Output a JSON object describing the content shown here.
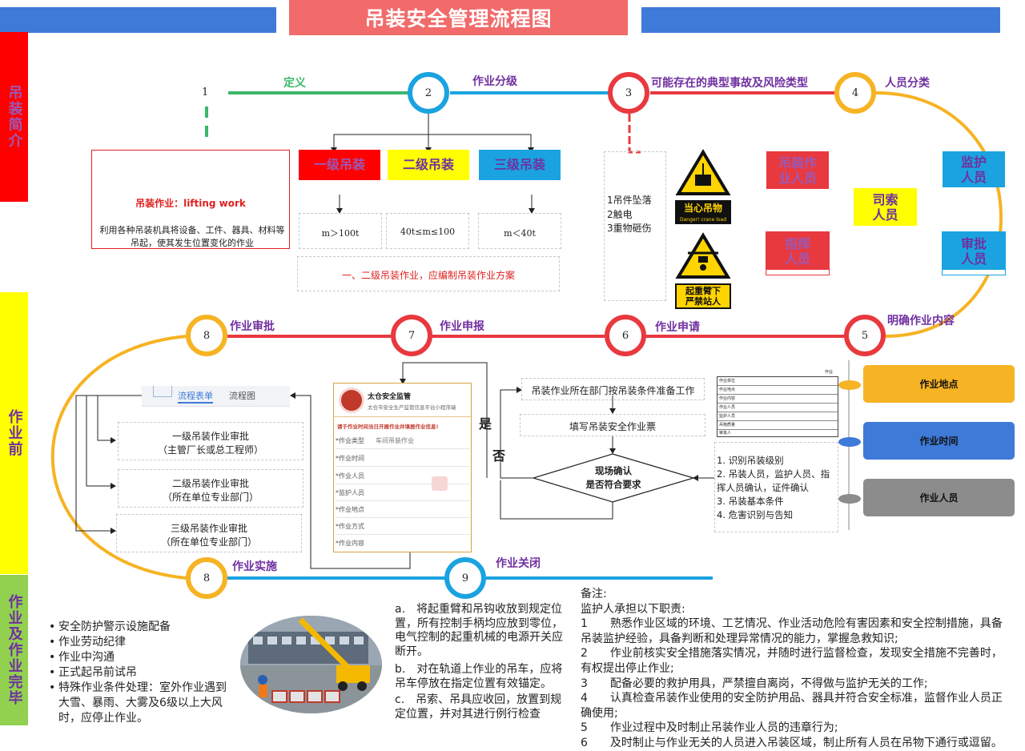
{
  "header": {
    "title": "吊装安全管理流程图"
  },
  "side_labels": {
    "intro": "吊装简介",
    "before": "作业前",
    "during": "作业及作业完毕"
  },
  "colors": {
    "red": "#e8393f",
    "blue": "#1aa3e0",
    "green": "#3bb86a",
    "purple": "#7030a0",
    "orange": "#f6b323",
    "yellow": "#ffff00",
    "brand_blue": "#3e7ad8"
  },
  "nodes": {
    "n1": {
      "num": "1",
      "label": "定义"
    },
    "n2": {
      "num": "2",
      "label": "作业分级"
    },
    "n3": {
      "num": "3",
      "label": "可能存在的典型事故及风险类型"
    },
    "n4": {
      "num": "4",
      "label": "人员分类"
    },
    "n5": {
      "num": "5",
      "label": "明确作业内容"
    },
    "n6": {
      "num": "6",
      "label": "作业申请"
    },
    "n7": {
      "num": "7",
      "label": "作业申报"
    },
    "n8a": {
      "num": "8",
      "label": "作业审批"
    },
    "n8b": {
      "num": "8",
      "label": "作业实施"
    },
    "n9": {
      "num": "9",
      "label": "作业关闭"
    }
  },
  "definition": {
    "title": "吊装作业：lifting work",
    "text": "利用各种吊装机具将设备、工件、器具、材料等吊起，使其发生位置变化的作业"
  },
  "levels": [
    {
      "name": "一级吊装",
      "rule": "m＞100t"
    },
    {
      "name": "二级吊装",
      "rule": "40t≤m≤100"
    },
    {
      "name": "三级吊装",
      "rule": "m＜40t"
    }
  ],
  "level_note": "一、二级吊装作业，应编制吊装作业方案",
  "risks": [
    "1吊件坠落",
    "2触电",
    "3重物砸伤"
  ],
  "signs": [
    {
      "icon": "warning-hanging-load-icon",
      "text": "当心吊物",
      "sub": "Danger! crane load"
    },
    {
      "icon": "warning-no-standing-icon",
      "text": "起重臂下严禁站人"
    }
  ],
  "roles": [
    {
      "name": "吊装作业人员",
      "color": "#e8393f",
      "text_color": "#9b59b6"
    },
    {
      "name": "指挥人员",
      "color": "#e8393f",
      "text_color": "#9b59b6"
    },
    {
      "name": "司索人员",
      "color": "#ffff00",
      "text_color": "#7030a0"
    },
    {
      "name": "监护人员",
      "color": "#1aa3e0",
      "text_color": "#7030a0"
    },
    {
      "name": "审批人员",
      "color": "#1aa3e0",
      "text_color": "#7030a0"
    }
  ],
  "content_tags": [
    {
      "label": "作业地点",
      "color": "#f6b323"
    },
    {
      "label": "作业时间",
      "color": "#3e7ad8"
    },
    {
      "label": "作业人员",
      "color": "#8c8c8c"
    }
  ],
  "ticket_header": "作业",
  "ticket_rows": [
    "作业单位",
    "作业地点",
    "作业内容",
    "作业人员",
    "监护人员",
    "吊物质量",
    "审批人"
  ],
  "checks": [
    "1. 识别吊装级别",
    "2. 吊装人员，监护人员、指挥人员确认，证件确认",
    "3. 吊装基本条件",
    "4. 危害识别与告知"
  ],
  "flow": {
    "step1": "吊装作业所在部门按吊装条件准备工作",
    "step2": "填写吊装安全作业票",
    "decision": "现场确认\n是否符合要求",
    "yes": "是",
    "no": "否"
  },
  "app": {
    "name": "太仓安全监管",
    "subtitle": "太仓市安全生产监管信息平台小程序端",
    "notice": "请于作业时间当日开展作业并填报作业信息!",
    "fields": [
      {
        "label": "*作业类型",
        "value": "车间吊装作业"
      },
      {
        "label": "*作业时间",
        "value": ""
      },
      {
        "label": "*作业人员",
        "value": ""
      },
      {
        "label": "*监护人员",
        "value": ""
      },
      {
        "label": "*作业地点",
        "value": ""
      },
      {
        "label": "*作业方式",
        "value": ""
      },
      {
        "label": "*作业内容",
        "value": ""
      }
    ]
  },
  "approval": {
    "tabs": [
      "流程表单",
      "流程图"
    ],
    "items": [
      {
        "line1": "一级吊装作业审批",
        "line2": "（主管厂长或总工程师）"
      },
      {
        "line1": "二级吊装作业审批",
        "line2": "（所在单位专业部门）"
      },
      {
        "line1": "三级吊装作业审批",
        "line2": "（所在单位专业部门）"
      }
    ]
  },
  "implementation": [
    "安全防护警示设施配备",
    "作业劳动纪律",
    "作业中沟通",
    "正式起吊前试吊",
    "特殊作业条件处理：室外作业遇到大雪、暴雨、大雾及6级以上大风时，应停止作业。"
  ],
  "closing": [
    "a.　将起重臂和吊钩收放到规定位置，所有控制手柄均应放到零位，电气控制的起重机械的电源开关应断开。",
    "b.　对在轨道上作业的吊车，应将吊车停放在指定位置有效锚定。",
    "c.　吊索、吊具应收回，放置到规定位置，并对其进行例行检查"
  ],
  "notes": {
    "title": "备注:",
    "intro": "监护人承担以下职责:",
    "items": [
      "1　　熟悉作业区域的环境、工艺情况、作业活动危险有害因素和安全控制措施，具备吊装监护经验，具备判断和处理异常情况的能力，掌握急救知识;",
      "2　　作业前核实安全措施落实情况，并随时进行监督检查，发现安全措施不完善时，有权提出停止作业;",
      "3　　配备必要的救护用具，严禁擅自离岗，不得做与监护无关的工作;",
      "4　　认真检查吊装作业使用的安全防护用品、器具并符合安全标准，监督作业人员正确使用;",
      "5　　作业过程中及时制止吊装作业人员的违章行为;",
      "6　　及时制止与作业无关的人员进入吊装区域，制止所有人员在吊物下通行或逗留。"
    ]
  }
}
